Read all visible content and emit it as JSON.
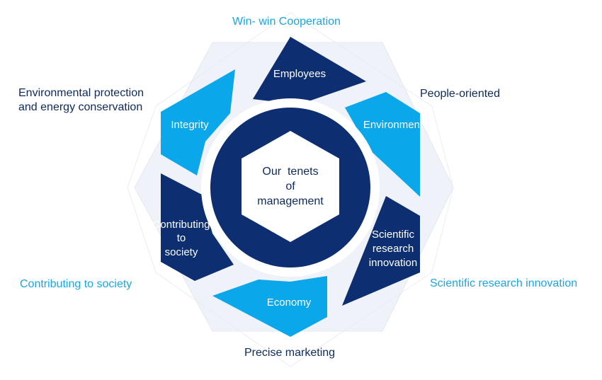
{
  "colors": {
    "dark_navy": "#0d2f72",
    "light_blue": "#0aa7ea",
    "background_octagon": "#eff2f8",
    "outer_text_dark": "#0d2a5e",
    "outer_text_light": "#1aa6e6"
  },
  "center": {
    "line1": "Our  tenets",
    "line2": "of",
    "line3": "management"
  },
  "segments": {
    "employees": "Employees",
    "environment": "Environment",
    "scientific_line1": "Scientific",
    "scientific_line2": "research",
    "scientific_line3": "innovation",
    "economy": "Economy",
    "contributing_line1": "Contributing",
    "contributing_line2": "to",
    "contributing_line3": "society",
    "integrity": "Integrity"
  },
  "outer_labels": {
    "top": "Win- win Cooperation",
    "top_right": "People-oriented",
    "left_line1": "Environmental protection",
    "left_line2": "and energy conservation",
    "bottom_left": "Contributing to society",
    "bottom_right": "Scientific research innovation",
    "bottom": "Precise marketing"
  }
}
